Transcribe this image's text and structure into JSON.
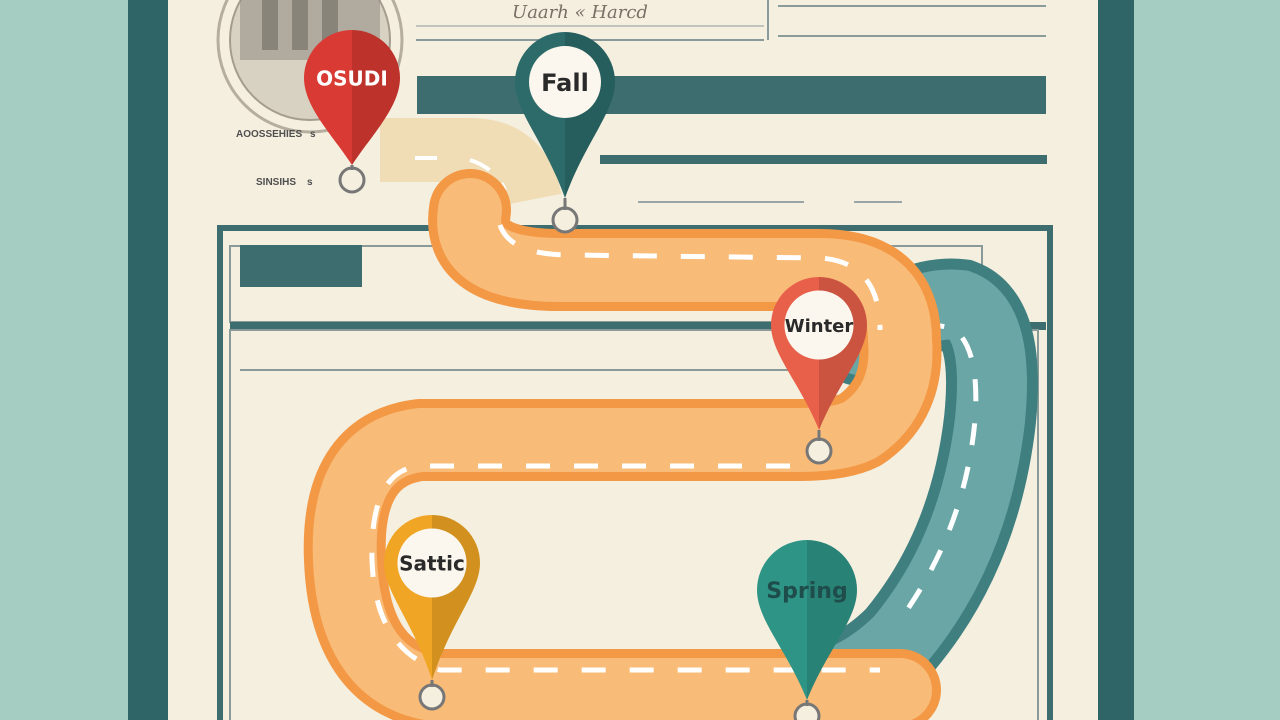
{
  "header": {
    "handwritten_title": "Uaarh « Harcd"
  },
  "seal": {
    "label": "OSUDI"
  },
  "side_labels": [
    {
      "text": "AOOSSEHIES",
      "mark": "s"
    },
    {
      "text": "SINSIHS",
      "mark": "s"
    }
  ],
  "pins": [
    {
      "id": "osudi",
      "label": "OSUDI",
      "color": "#d93a33"
    },
    {
      "id": "fall",
      "label": "Fall",
      "color": "#2c6b6a"
    },
    {
      "id": "winter",
      "label": "Winter",
      "color": "#e8604a"
    },
    {
      "id": "sattic",
      "label": "Sattic",
      "color": "#f0a524"
    },
    {
      "id": "spring",
      "label": "Spring",
      "color": "#2e9486"
    }
  ],
  "colors": {
    "background": "#a6cdc2",
    "frame": "#2f6566",
    "paper": "#f5efdf",
    "road_orange": "#f7b469",
    "road_teal": "#5a9a9b"
  }
}
